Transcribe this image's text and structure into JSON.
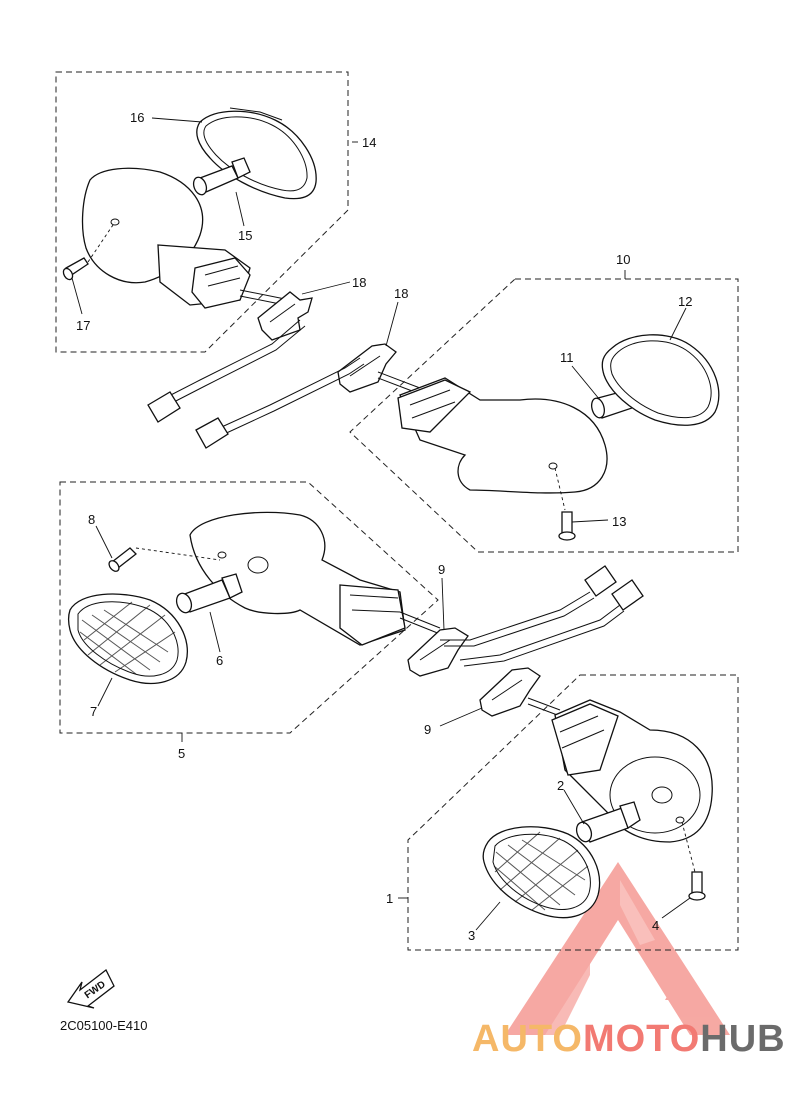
{
  "diagram": {
    "code": "2C05100-E410",
    "fwd_label": "FWD",
    "callouts": [
      "1",
      "2",
      "3",
      "4",
      "5",
      "6",
      "7",
      "8",
      "9",
      "9",
      "10",
      "11",
      "12",
      "13",
      "14",
      "15",
      "16",
      "17",
      "18",
      "18"
    ]
  },
  "watermark": {
    "part1": "AUTO",
    "part2": "MOTO",
    "part3": "HUB",
    "colors": {
      "auto": "#f5b868",
      "moto": "#f27a73",
      "hub": "#6b6b6b",
      "logo": "#f59a93"
    }
  }
}
